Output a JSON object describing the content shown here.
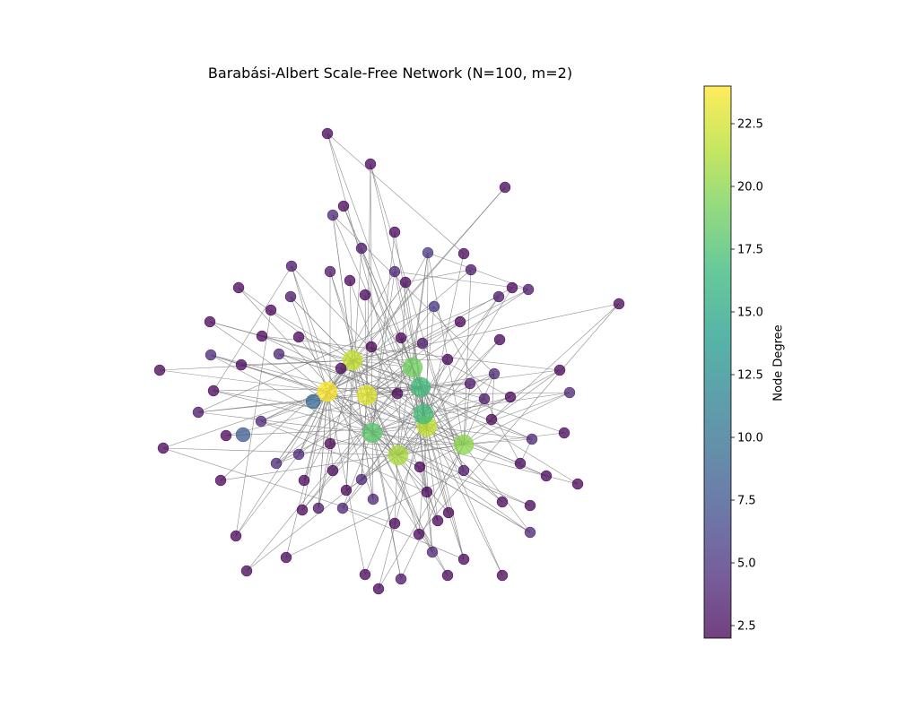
{
  "title": "Barabási-Albert Scale-Free Network (N=100, m=2)",
  "colorbar": {
    "label": "Node Degree",
    "range": [
      2,
      24
    ],
    "ticks": [
      {
        "value": 2.5,
        "label": "2.5"
      },
      {
        "value": 5.0,
        "label": "5.0"
      },
      {
        "value": 7.5,
        "label": "7.5"
      },
      {
        "value": 10.0,
        "label": "10.0"
      },
      {
        "value": 12.5,
        "label": "12.5"
      },
      {
        "value": 15.0,
        "label": "15.0"
      },
      {
        "value": 17.5,
        "label": "17.5"
      },
      {
        "value": 20.0,
        "label": "20.0"
      },
      {
        "value": 22.5,
        "label": "22.5"
      }
    ],
    "colormap": [
      "#440154",
      "#482878",
      "#3e4989",
      "#31688e",
      "#26828e",
      "#1f9e89",
      "#35b779",
      "#6ece58",
      "#b5de2b",
      "#fde725"
    ]
  },
  "edge_color": "#808080",
  "chart_data": {
    "type": "network",
    "layout": "spring",
    "n_nodes": 100,
    "m": 2,
    "color_by": "degree",
    "degree_range": [
      2,
      24
    ],
    "hub_degrees": [
      24,
      23,
      22,
      21,
      20,
      19,
      18,
      18,
      17,
      9,
      8
    ],
    "low_degree_share": "most nodes have degree 2–5"
  }
}
